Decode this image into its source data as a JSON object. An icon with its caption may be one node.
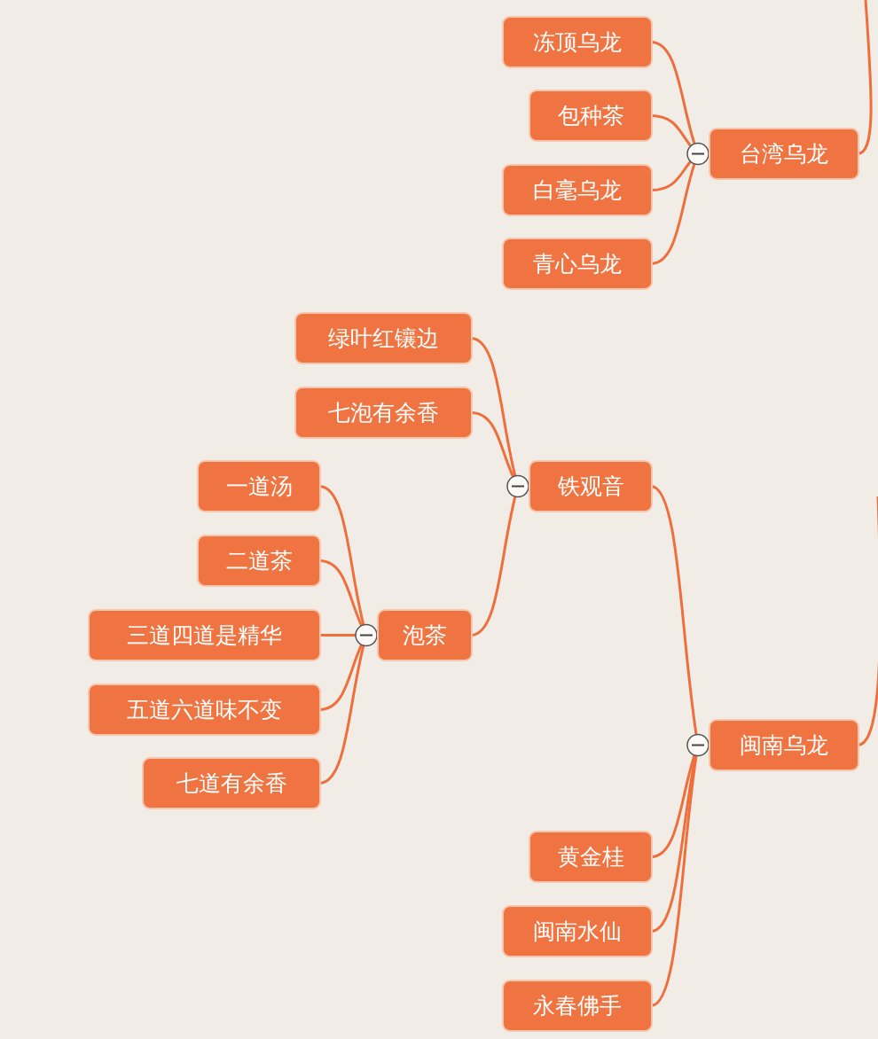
{
  "diagram": {
    "nodes": [
      {
        "text": [
          "冻顶乌龙"
        ]
      },
      {
        "text": [
          "包种茶"
        ]
      },
      {
        "text": [
          "白毫乌龙"
        ]
      },
      {
        "text": [
          "青心乌龙"
        ]
      },
      {
        "text": [
          "台湾乌龙"
        ]
      },
      {
        "text": [
          "绿叶红镶边"
        ]
      },
      {
        "text": [
          "七泡有余香"
        ]
      },
      {
        "text": [
          "铁观音"
        ]
      },
      {
        "text": [
          "一道汤"
        ]
      },
      {
        "text": [
          "二道茶"
        ]
      },
      {
        "text": [
          "三道四道是精华"
        ]
      },
      {
        "text": [
          "五道六道味不变"
        ]
      },
      {
        "text": [
          "七道有余香"
        ]
      },
      {
        "text": [
          "泡茶"
        ]
      },
      {
        "text": [
          "闽南乌龙"
        ]
      },
      {
        "text": [
          "黄金桂"
        ]
      },
      {
        "text": [
          "闽南水仙"
        ]
      },
      {
        "text": [
          "永春佛手"
        ]
      }
    ],
    "edges": [
      {
        "from": null,
        "to": 4,
        "arrow": "none"
      },
      {
        "from": 4,
        "to": 0,
        "arrow": "none"
      },
      {
        "from": 4,
        "to": 1,
        "arrow": "none"
      },
      {
        "from": 4,
        "to": 2,
        "arrow": "none"
      },
      {
        "from": 4,
        "to": 3,
        "arrow": "none"
      },
      {
        "from": 7,
        "to": 5,
        "arrow": "none"
      },
      {
        "from": 7,
        "to": 6,
        "arrow": "none"
      },
      {
        "from": 7,
        "to": 13,
        "arrow": "none"
      },
      {
        "from": 13,
        "to": 8,
        "arrow": "none"
      },
      {
        "from": 13,
        "to": 9,
        "arrow": "none"
      },
      {
        "from": 13,
        "to": 10,
        "arrow": "none"
      },
      {
        "from": 13,
        "to": 11,
        "arrow": "none"
      },
      {
        "from": 13,
        "to": 12,
        "arrow": "none"
      },
      {
        "from": null,
        "to": 14,
        "arrow": "none"
      },
      {
        "from": 14,
        "to": 7,
        "arrow": "none"
      },
      {
        "from": 14,
        "to": 15,
        "arrow": "none"
      },
      {
        "from": 14,
        "to": 16,
        "arrow": "none"
      },
      {
        "from": 14,
        "to": 17,
        "arrow": "none"
      }
    ]
  }
}
